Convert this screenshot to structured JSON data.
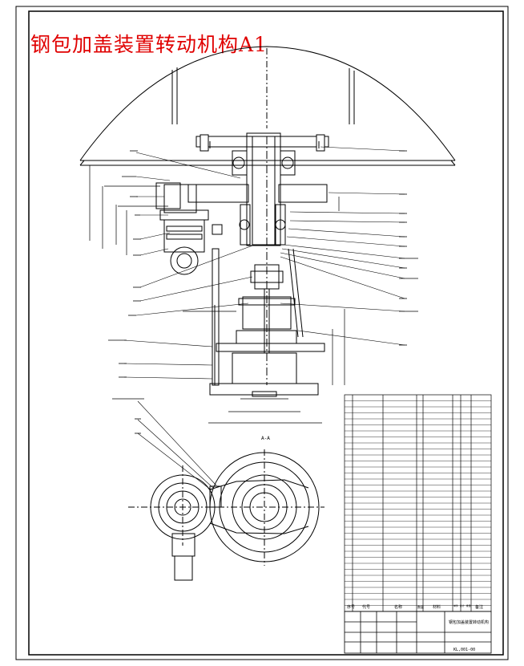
{
  "drawing": {
    "title": "钢包加盖装置转动机构A1",
    "view_label": "A-A",
    "drawing_number": "KL,001-00"
  },
  "colors": {
    "title": "#e00000",
    "line": "#000000",
    "paper": "#ffffff"
  },
  "bom_headers": {
    "seq": "序号",
    "code": "代号",
    "name": "名称",
    "qty": "数量",
    "material": "材料",
    "weight": "单件 总计 重量",
    "remark": "备注"
  },
  "title_block": {
    "assembly": "钢包加盖装置转动机构"
  }
}
